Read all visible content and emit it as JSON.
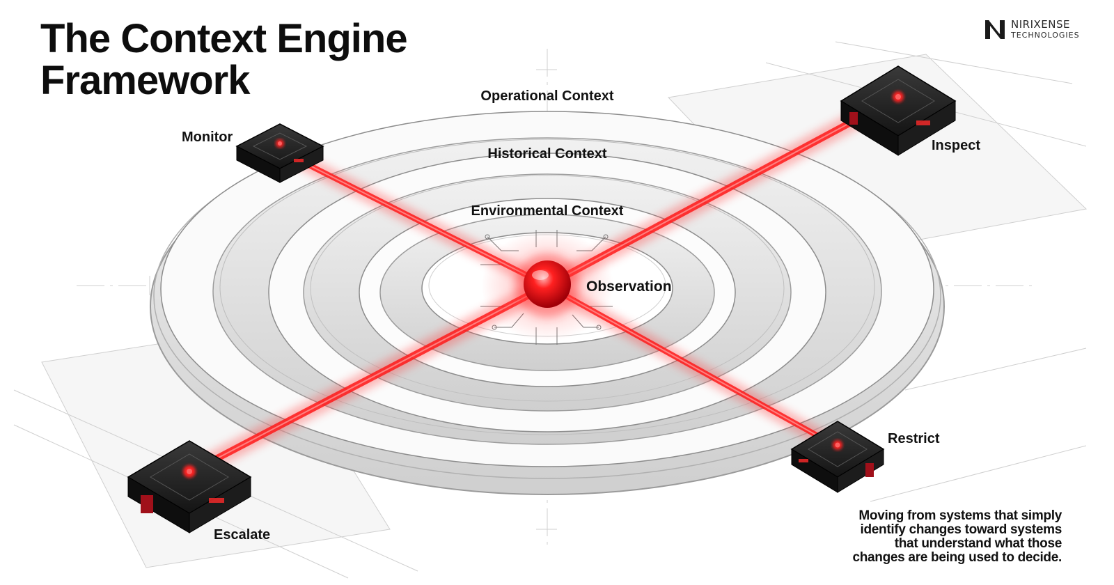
{
  "title": {
    "line1": "The Context Engine",
    "line2": "Framework"
  },
  "brand": {
    "name": "NIRIXENSE",
    "sub": "TECHNOLOGIES",
    "icon": "nirixense-logo-mark"
  },
  "rings": {
    "outer": "Operational Context",
    "middle": "Historical Context",
    "inner": "Environmental Context"
  },
  "core": {
    "label": "Observation",
    "color": "#e8141b"
  },
  "nodes": {
    "monitor": "Monitor",
    "inspect": "Inspect",
    "escalate": "Escalate",
    "restrict": "Restrict"
  },
  "tagline": {
    "line1": "Moving from systems that simply",
    "line2": "identify changes toward systems",
    "line3": "that understand what those",
    "line4": "changes are being used to decide."
  },
  "colors": {
    "beam": "#ff1a1a",
    "device": "#151515",
    "ring": "#cfcfcf",
    "text": "#111111"
  }
}
